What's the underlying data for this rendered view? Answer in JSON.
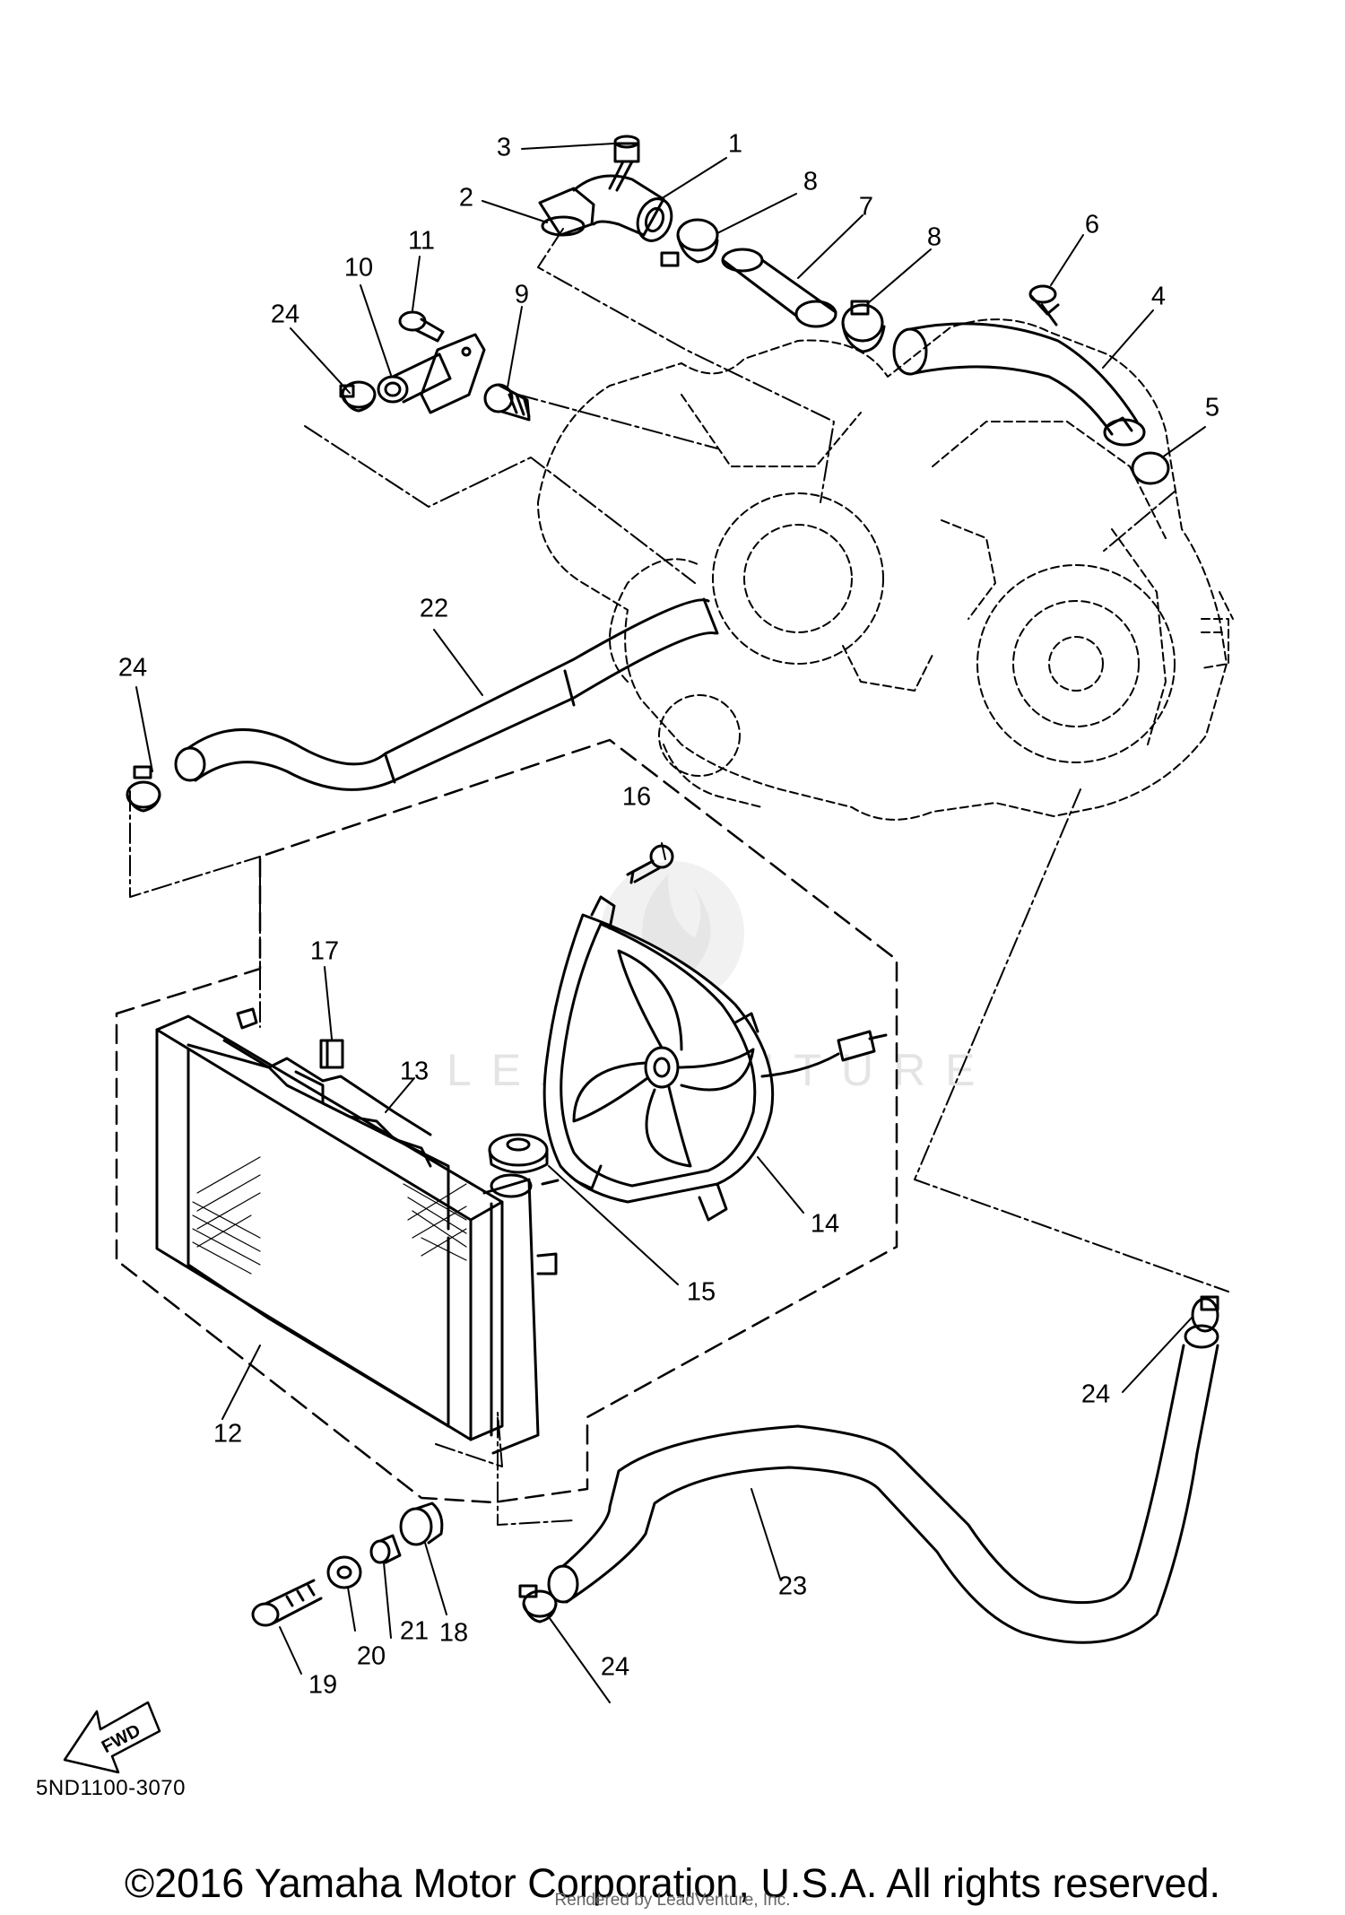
{
  "diagram": {
    "reference_code": "5ND1100-3070",
    "direction_label": "FWD",
    "watermark_text": "LEADVENTURE",
    "copyright": "©2016 Yamaha Motor Corporation, U.S.A. All rights reserved.",
    "render_credit": "Rendered by LeadVenture, Inc.",
    "line_color": "#000000",
    "background_color": "#ffffff"
  },
  "callouts": [
    {
      "id": "c1",
      "label": "1"
    },
    {
      "id": "c2",
      "label": "2"
    },
    {
      "id": "c3",
      "label": "3"
    },
    {
      "id": "c4",
      "label": "4"
    },
    {
      "id": "c5",
      "label": "5"
    },
    {
      "id": "c6",
      "label": "6"
    },
    {
      "id": "c7",
      "label": "7"
    },
    {
      "id": "c8a",
      "label": "8"
    },
    {
      "id": "c8b",
      "label": "8"
    },
    {
      "id": "c9",
      "label": "9"
    },
    {
      "id": "c10",
      "label": "10"
    },
    {
      "id": "c11",
      "label": "11"
    },
    {
      "id": "c12",
      "label": "12"
    },
    {
      "id": "c13",
      "label": "13"
    },
    {
      "id": "c14",
      "label": "14"
    },
    {
      "id": "c15",
      "label": "15"
    },
    {
      "id": "c16",
      "label": "16"
    },
    {
      "id": "c17",
      "label": "17"
    },
    {
      "id": "c18",
      "label": "18"
    },
    {
      "id": "c19",
      "label": "19"
    },
    {
      "id": "c20",
      "label": "20"
    },
    {
      "id": "c21",
      "label": "21"
    },
    {
      "id": "c22",
      "label": "22"
    },
    {
      "id": "c23",
      "label": "23"
    },
    {
      "id": "c24a",
      "label": "24"
    },
    {
      "id": "c24b",
      "label": "24"
    },
    {
      "id": "c24c",
      "label": "24"
    },
    {
      "id": "c24d",
      "label": "24"
    }
  ]
}
